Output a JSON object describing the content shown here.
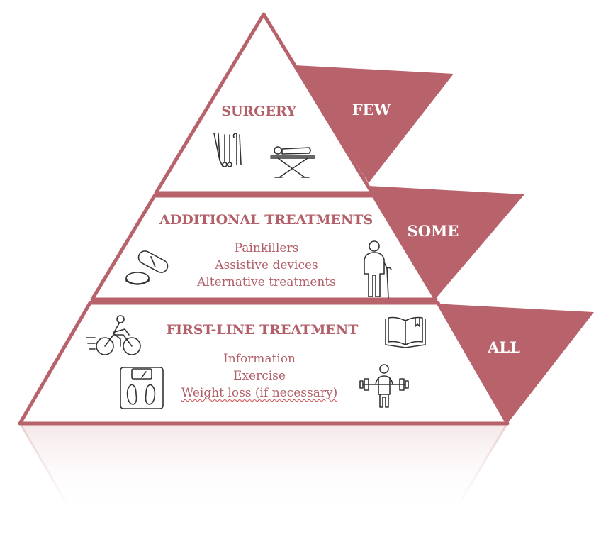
{
  "colors": {
    "accent": "#b8636c",
    "border": "#b8636c",
    "fill": "#ffffff",
    "icon": "#333333"
  },
  "tiers": [
    {
      "header": "SURGERY",
      "items": [],
      "tag": "FEW",
      "icons": [
        "surgical-instruments-icon",
        "stretcher-icon"
      ]
    },
    {
      "header": "ADDITIONAL TREATMENTS",
      "items": [
        "Painkillers",
        "Assistive devices",
        "Alternative treatments"
      ],
      "tag": "SOME",
      "icons": [
        "pills-icon",
        "elderly-person-cane-icon"
      ]
    },
    {
      "header": "FIRST-LINE TREATMENT",
      "items": [
        "Information",
        "Exercise",
        "Weight loss (if necessary)"
      ],
      "tag": "ALL",
      "icons": [
        "cyclist-icon",
        "open-book-icon",
        "scale-icon",
        "weightlifter-icon"
      ]
    }
  ]
}
